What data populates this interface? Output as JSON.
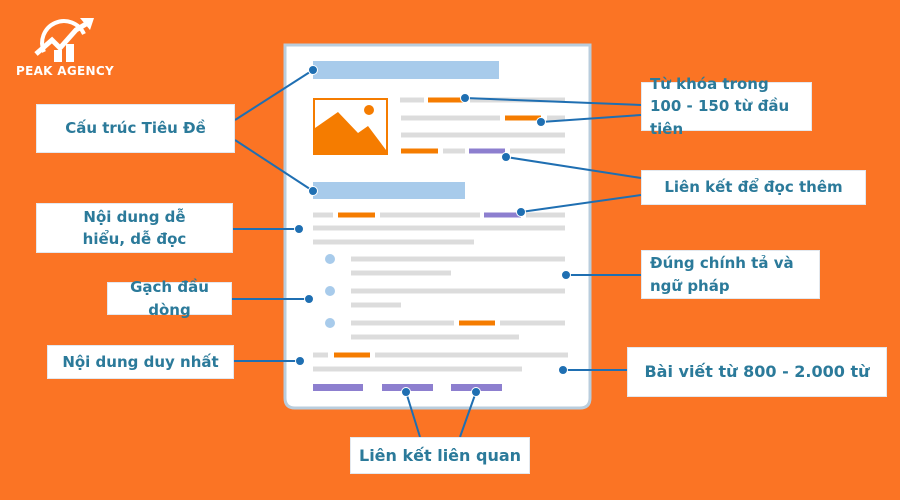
{
  "logo": {
    "brand": "PEAK AGENCY"
  },
  "labels": {
    "heading_structure": "Cấu trúc Tiêu Đề",
    "readable_content": "Nội dung dễ hiểu, dễ đọc",
    "bullets": "Gạch đầu dòng",
    "unique_content": "Nội dung duy nhất",
    "keyword": "Từ khóa trong 100 - 150 từ đầu tiên",
    "read_more_link": "Liên kết để đọc thêm",
    "spelling_grammar": "Đúng chính tả và ngữ pháp",
    "article_length": "Bài viết từ 800 - 2.000 từ",
    "related_links": "Liên kết liên quan"
  },
  "colors": {
    "background": "#fb7424",
    "accent_orange": "#f57c00",
    "link_purple": "#8d7fcf",
    "heading_blue": "#a8cbeb",
    "connector": "#1f6fb2",
    "label_text": "#2b7a9a"
  }
}
